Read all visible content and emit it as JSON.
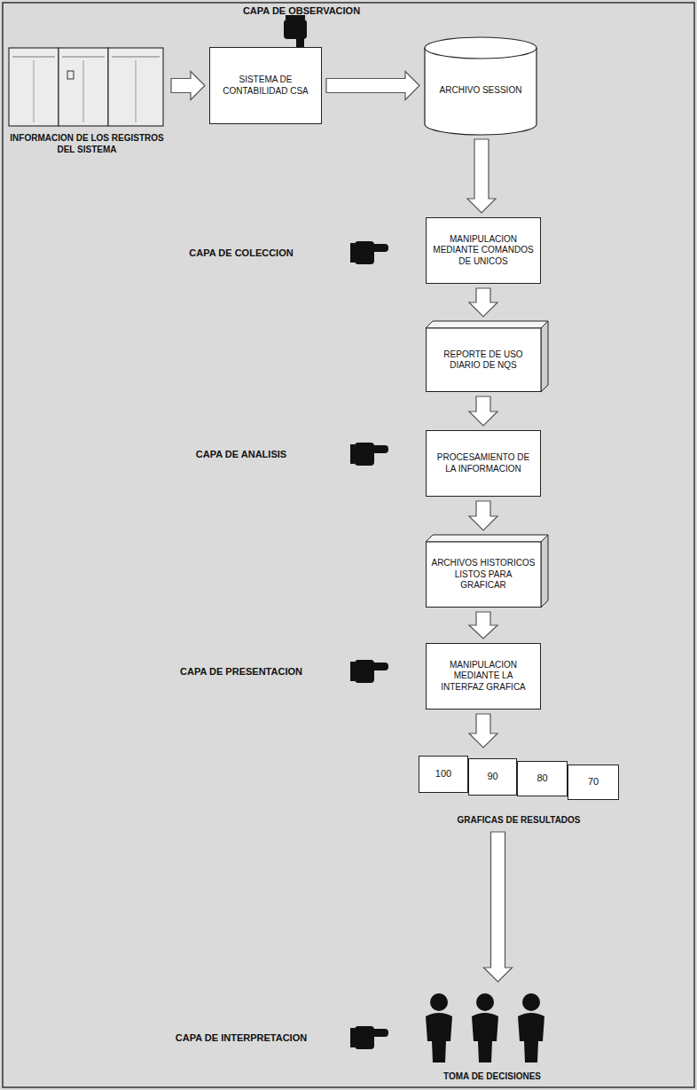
{
  "diagram": {
    "nodes": [
      {
        "text": [
          "INFORMACION DE LOS REGISTROS DEL SISTEMA"
        ]
      },
      {
        "text": [
          "SISTEMA DE CONTABILIDAD CSA"
        ]
      },
      {
        "text": [
          "ARCHIVO SESSION"
        ]
      },
      {
        "text": [
          "MANIPULACION MEDIANTE COMANDOS DE UNICOS"
        ]
      },
      {
        "text": [
          "REPORTE DE USO DIARIO DE NQS"
        ]
      },
      {
        "text": [
          "PROCESAMIENTO DE LA INFORMACION"
        ]
      },
      {
        "text": [
          "ARCHIVOS HISTORICOS LISTOS PARA GRAFICAR"
        ]
      },
      {
        "text": [
          "MANIPULACION MEDIANTE LA INTERFAZ GRAFICA"
        ]
      },
      {
        "text": [
          "GRAFICAS DE RESULTADOS"
        ]
      },
      {
        "text": [
          "100"
        ],
        "in": 8
      },
      {
        "text": [
          "90"
        ],
        "in": 8
      },
      {
        "text": [
          "80"
        ],
        "in": 8
      },
      {
        "text": [
          "70"
        ],
        "in": 8
      },
      {
        "text": [
          "TOMA DE DECISIONES"
        ]
      }
    ],
    "edges": [
      {
        "from": 0,
        "to": 1,
        "arrow": "to"
      },
      {
        "from": 1,
        "to": 2,
        "arrow": "to"
      },
      {
        "from": 2,
        "to": 3,
        "arrow": "to"
      },
      {
        "from": 3,
        "to": 4,
        "arrow": "to"
      },
      {
        "from": 4,
        "to": 5,
        "arrow": "to"
      },
      {
        "from": 5,
        "to": 6,
        "arrow": "to"
      },
      {
        "from": 6,
        "to": 7,
        "arrow": "to"
      },
      {
        "from": 7,
        "to": 8,
        "arrow": "to"
      },
      {
        "from": 8,
        "to": 13,
        "arrow": "to"
      }
    ],
    "labels": [
      "CAPA DE OBSERVACION",
      "CAPA DE COLECCION",
      "CAPA DE ANALISIS",
      "CAPA DE PRESENTACION",
      "CAPA DE INTERPRETACION"
    ]
  }
}
